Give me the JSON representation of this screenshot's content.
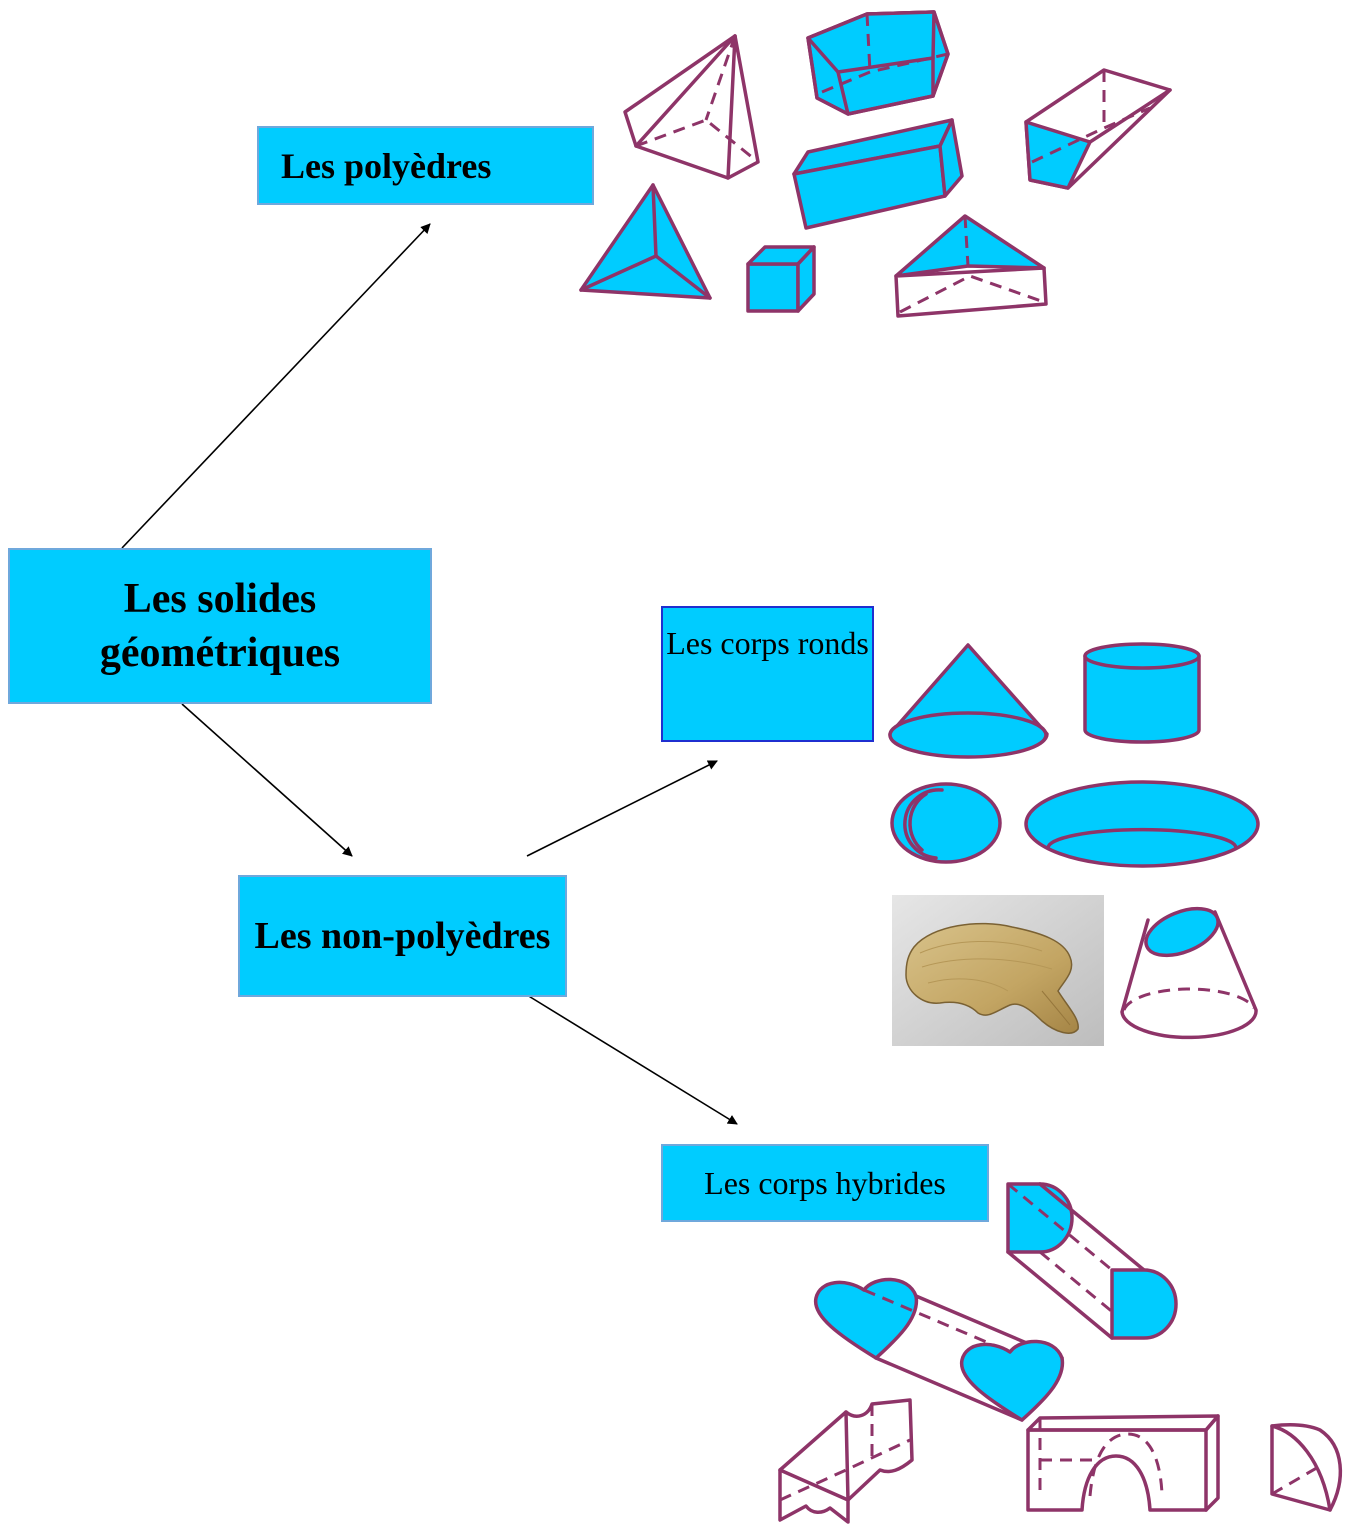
{
  "nodes": {
    "root": "Les solides géométriques",
    "polyhedra": "Les polyèdres",
    "non_polyhedra": "Les non-polyèdres",
    "round_bodies": "Les corps ronds",
    "hybrid_bodies": "Les corps hybrides"
  },
  "colors": {
    "box_fill": "#00ccff",
    "shape_outline": "#8e3468",
    "arrow": "#000000"
  }
}
